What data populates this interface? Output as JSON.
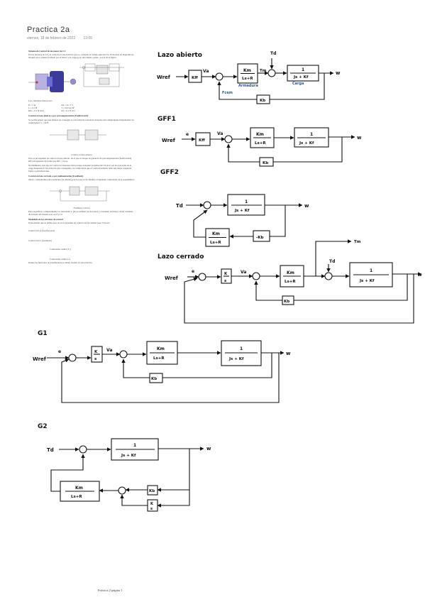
{
  "page": {
    "title": "Practica 2a",
    "subtitle_date": "viernes, 18 de febrero de 2022",
    "subtitle_time": "13:05",
    "footer": "Práctica 2 página 1"
  },
  "document": {
    "heading1": "Sistema de Control de un motor de CC",
    "para1": "En los motores de CC, se controla la velocidad de giro ω, variando el voltaje aplicado Va. El modelo en diagrama de bloques de la 'planta' formado por el motor y la carga (p.ej. una antena, panel...) es el de la figura:",
    "constants_label": "Las constantes físicas son:",
    "constants": [
      "R = 2 Ω",
      "L = 0.1 H",
      "Km = 0.1 N·m/A",
      "Kb = 0.1 V·s",
      "J = 0.01 kg·m²",
      "Kf = 0.1 N·m·s"
    ],
    "heading2": "Control en lazo abierto o por precompensación (Feedforward)",
    "para2": "Se podría pensar que una manera de conseguir la velocidad de referencia deseada sería simplemente implementar un controlador C1 = K/ff.",
    "caption1": "Control en lazo abierto",
    "para3": "Esto es un esquema de control en lazo abierto, en el que el bloque de ganancia de precompensación (feedforward) Kff está ajustado de forma que Kff = 1/Gss.",
    "para4": "Normalmente, este tipo de control no funciona bien porque cualquier perturbación Td en el par de operación de la carga desajusta la velocidad de giro conseguida. Se comprobará que el control feedback tiene una mejor respuesta frente a perturbaciones.",
    "heading3": "Control en lazo cerrado o por realimentación (Feedback)",
    "para5": "Ahora, consideramos una estructura (no mucho) por los que se ha añadido el siguiente controlador en la esquemática:",
    "caption2": "Feedback Control",
    "para6": "Para especificar completamente el controlador C (K) se definen los dos lazos y el modelo del motor. Estas variables de entrada del sistema son: ωref y Td.",
    "heading4": "Modelado de los sistemas de control",
    "para7": "El modelado que se define para los tres esquemas de control con las salidas (ωss, Td) son:",
    "eq_labels": [
      "Control en LA (feedforward)",
      "Control en LC (feedback)",
      "Controlador salida (Y₁)",
      "Controlador salida (ω)"
    ],
    "para8": "Donde las funciones de transferencia se deben resaltar en esta práctica."
  },
  "diagrams": {
    "d1": {
      "heading": "Lazo abierto",
      "input": "Wref",
      "gain": "Kff",
      "va": "Va",
      "motor_num": "Km",
      "motor_den": "Ls+R",
      "motor_note": "Armadura",
      "tm": "Tm",
      "td": "Td",
      "load_num": "1",
      "load_den": "Js + Kf",
      "load_note": "Carga",
      "output": "w",
      "fb": "Kb",
      "fb_note": "Fcem"
    },
    "d2": {
      "heading": "GFF1",
      "input": "Wref",
      "e": "e",
      "gain": "Kff",
      "va": "Va",
      "motor_num": "Km",
      "motor_den": "Ls+R",
      "load_num": "1",
      "load_den": "Js + Kf",
      "output": "w",
      "fb": "Kb"
    },
    "d3": {
      "heading": "GFF2",
      "input": "Td",
      "load_num": "1",
      "load_den": "Js + Kf",
      "output": "w",
      "fb1": "-Kb",
      "fb2_num": "Km",
      "fb2_den": "Ls+R"
    },
    "d4": {
      "heading": "Lazo cerrado",
      "input": "Wref",
      "e": "e",
      "gain_num": "K",
      "gain_den": "s",
      "va": "Va",
      "motor_num": "Km",
      "motor_den": "Ls+R",
      "td": "Td",
      "tm": "Tm",
      "load_num": "1",
      "load_den": "Js + Kf",
      "output": "w",
      "fb": "Kb"
    },
    "d5": {
      "heading": "G1",
      "input": "Wref",
      "e": "e",
      "gain_num": "K",
      "gain_den": "s",
      "va": "Va",
      "motor_num": "Km",
      "motor_den": "Ls+R",
      "load_num": "1",
      "load_den": "Js + Kf",
      "output": "w",
      "fb": "Kb"
    },
    "d6": {
      "heading": "G2",
      "input": "Td",
      "load_num": "1",
      "load_den": "Js + Kf",
      "output": "w",
      "fb1": "Kb",
      "fb2_num": "K",
      "fb2_den": "s",
      "fb3_num": "Km",
      "fb3_den": "Ls+R"
    }
  }
}
